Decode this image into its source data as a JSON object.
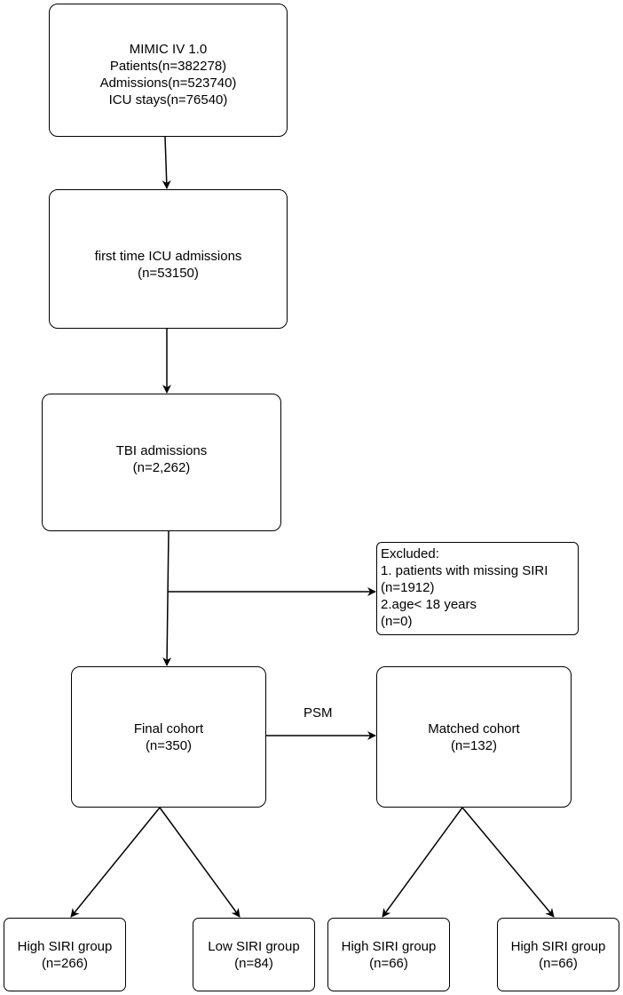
{
  "boxes": {
    "source": {
      "lines": [
        "MIMIC IV 1.0",
        "Patients(n=382278)",
        "Admissions(n=523740)",
        "ICU stays(n=76540)"
      ]
    },
    "first_icu": {
      "lines": [
        "first time ICU admissions",
        "(n=53150)"
      ]
    },
    "tbi": {
      "lines": [
        "TBI  admissions",
        "(n=2,262)"
      ]
    },
    "excluded": {
      "lines": [
        "Excluded:",
        "1. patients with missing SIRI",
        "(n=1912)",
        "2.age< 18 years",
        "(n=0)"
      ]
    },
    "final_cohort": {
      "lines": [
        "Final cohort",
        "(n=350)"
      ]
    },
    "matched_cohort": {
      "lines": [
        "Matched cohort",
        "(n=132)"
      ]
    },
    "final_high": {
      "lines": [
        "High SIRI group",
        "(n=266)"
      ]
    },
    "final_low": {
      "lines": [
        "Low SIRI group",
        "(n=84)"
      ]
    },
    "matched_high_1": {
      "lines": [
        "High SIRI group",
        "(n=66)"
      ]
    },
    "matched_high_2": {
      "lines": [
        "High SIRI group",
        "(n=66)"
      ]
    }
  },
  "edge_labels": {
    "psm": "PSM"
  }
}
